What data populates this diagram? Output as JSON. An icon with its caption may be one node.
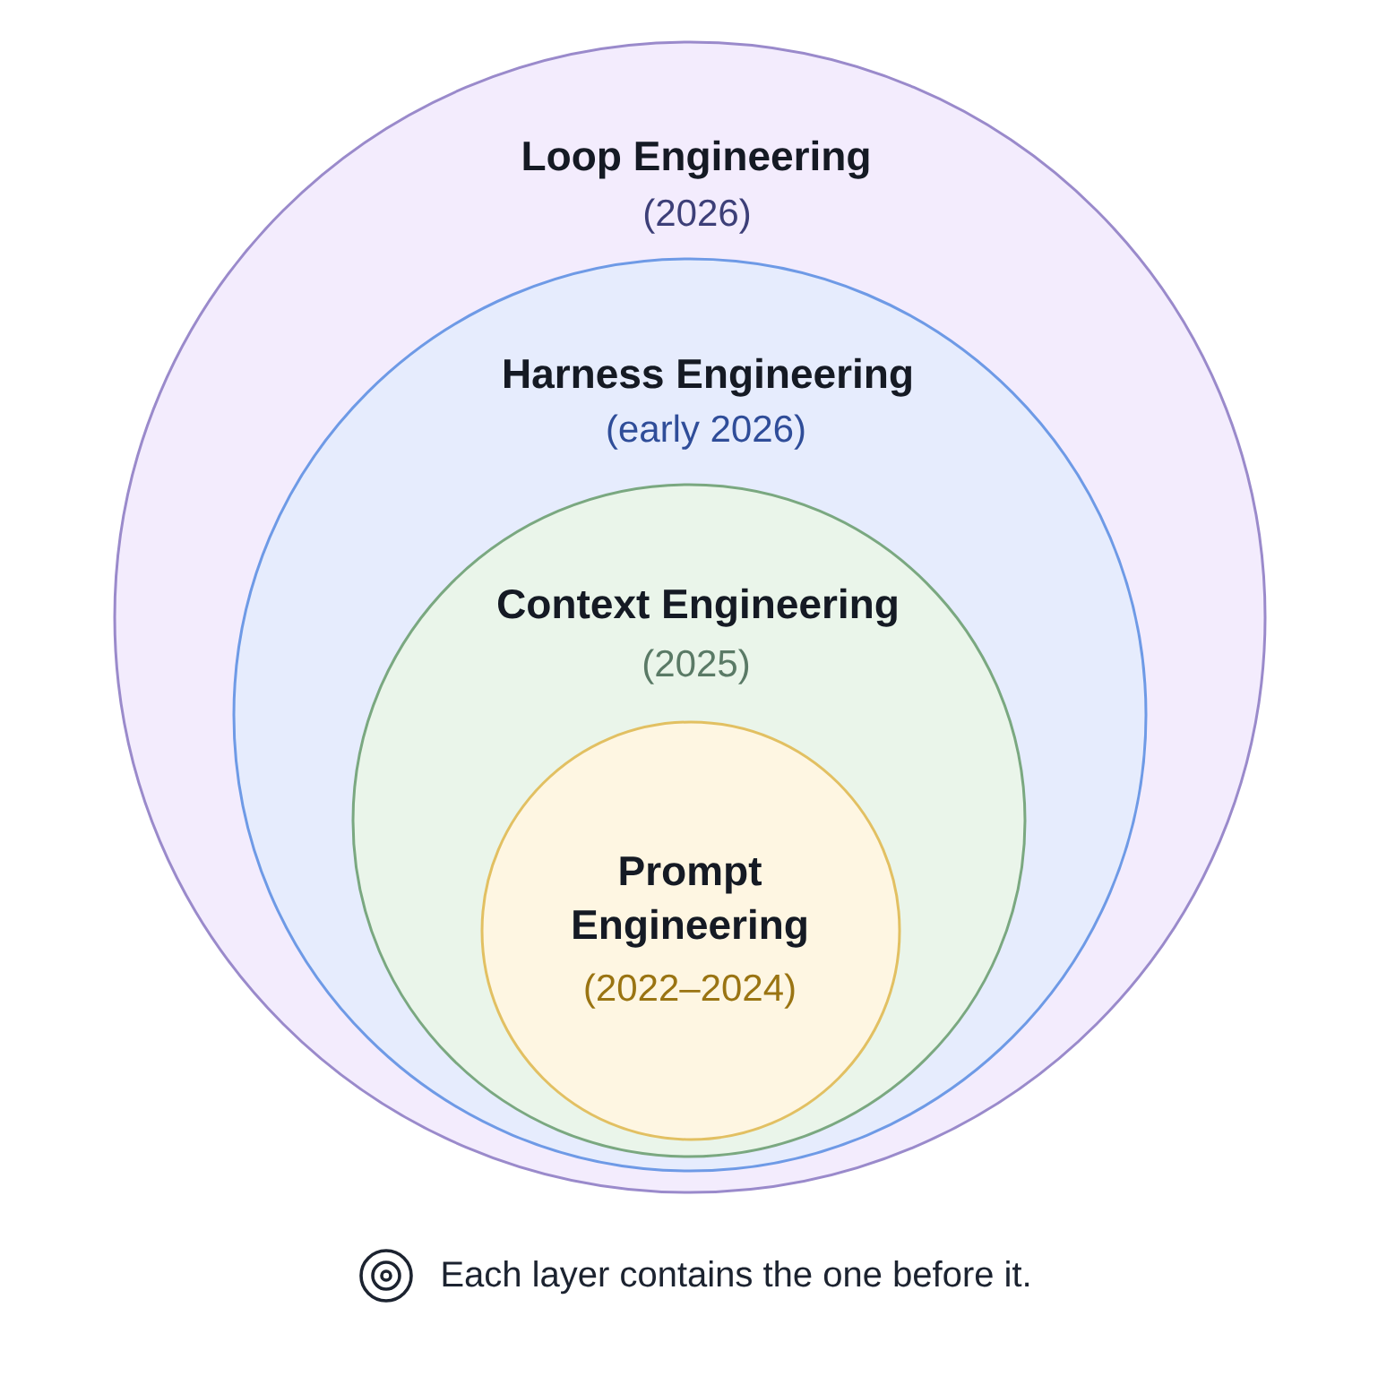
{
  "diagram": {
    "nodes": [
      {
        "text": [
          "Loop Engineering",
          "(2026)"
        ]
      },
      {
        "text": [
          "Harness Engineering",
          "(early 2026)"
        ],
        "in": 0
      },
      {
        "text": [
          "Context Engineering",
          "(2025)"
        ],
        "in": 1
      },
      {
        "text": [
          "Prompt Engineering",
          "(2022–2024)"
        ],
        "in": 2
      }
    ],
    "labels": [
      "Each layer contains the one before it."
    ]
  }
}
